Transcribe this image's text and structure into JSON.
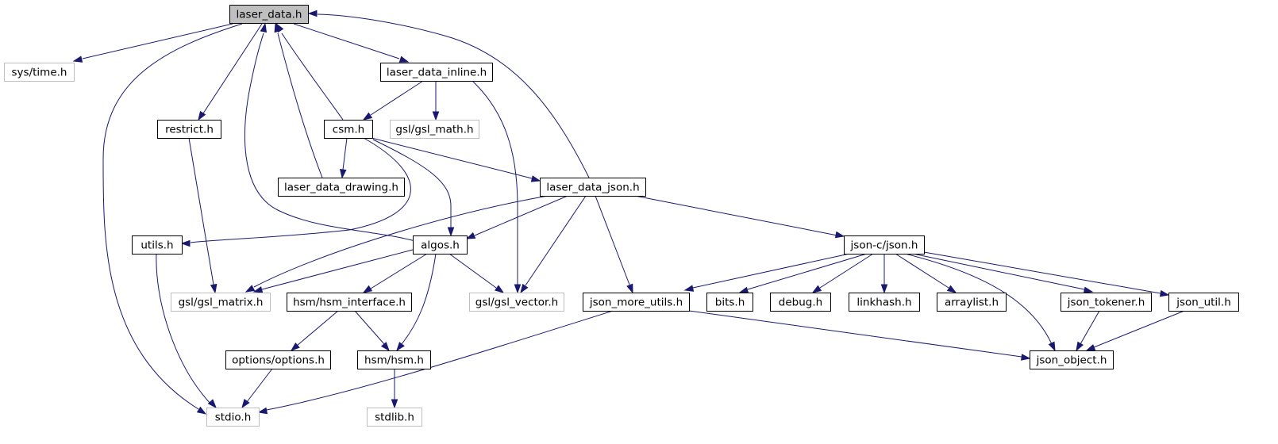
{
  "graph": {
    "colors": {
      "edge": "#191970",
      "node_border_internal": "#000000",
      "node_border_external": "#bfbfbf",
      "node_fill_root": "#bfbfbf",
      "node_fill": "#ffffff",
      "text": "#000000"
    },
    "nodes": [
      {
        "id": "laser_data",
        "label": "laser_data.h",
        "kind": "root"
      },
      {
        "id": "sys_time",
        "label": "sys/time.h",
        "kind": "external"
      },
      {
        "id": "laser_data_inline",
        "label": "laser_data_inline.h",
        "kind": "internal"
      },
      {
        "id": "restrict",
        "label": "restrict.h",
        "kind": "internal"
      },
      {
        "id": "csm",
        "label": "csm.h",
        "kind": "internal"
      },
      {
        "id": "gsl_math",
        "label": "gsl/gsl_math.h",
        "kind": "external"
      },
      {
        "id": "laser_data_drawing",
        "label": "laser_data_drawing.h",
        "kind": "internal"
      },
      {
        "id": "laser_data_json",
        "label": "laser_data_json.h",
        "kind": "internal"
      },
      {
        "id": "utils",
        "label": "utils.h",
        "kind": "internal"
      },
      {
        "id": "algos",
        "label": "algos.h",
        "kind": "internal"
      },
      {
        "id": "json_c_json",
        "label": "json-c/json.h",
        "kind": "internal"
      },
      {
        "id": "gsl_matrix",
        "label": "gsl/gsl_matrix.h",
        "kind": "external"
      },
      {
        "id": "hsm_interface",
        "label": "hsm/hsm_interface.h",
        "kind": "internal"
      },
      {
        "id": "gsl_vector",
        "label": "gsl/gsl_vector.h",
        "kind": "external"
      },
      {
        "id": "json_more_utils",
        "label": "json_more_utils.h",
        "kind": "internal"
      },
      {
        "id": "bits",
        "label": "bits.h",
        "kind": "internal"
      },
      {
        "id": "debug",
        "label": "debug.h",
        "kind": "internal"
      },
      {
        "id": "linkhash",
        "label": "linkhash.h",
        "kind": "internal"
      },
      {
        "id": "arraylist",
        "label": "arraylist.h",
        "kind": "internal"
      },
      {
        "id": "json_tokener",
        "label": "json_tokener.h",
        "kind": "internal"
      },
      {
        "id": "json_util",
        "label": "json_util.h",
        "kind": "internal"
      },
      {
        "id": "options",
        "label": "options/options.h",
        "kind": "internal"
      },
      {
        "id": "hsm",
        "label": "hsm/hsm.h",
        "kind": "internal"
      },
      {
        "id": "json_object",
        "label": "json_object.h",
        "kind": "internal"
      },
      {
        "id": "stdio",
        "label": "stdio.h",
        "kind": "external"
      },
      {
        "id": "stdlib",
        "label": "stdlib.h",
        "kind": "external"
      }
    ],
    "edges": [
      {
        "from": "laser_data",
        "to": "sys_time"
      },
      {
        "from": "laser_data",
        "to": "stdio"
      },
      {
        "from": "laser_data",
        "to": "restrict"
      },
      {
        "from": "laser_data",
        "to": "laser_data_inline"
      },
      {
        "from": "laser_data_inline",
        "to": "csm"
      },
      {
        "from": "laser_data_inline",
        "to": "gsl_math"
      },
      {
        "from": "laser_data_inline",
        "to": "gsl_vector"
      },
      {
        "from": "restrict",
        "to": "gsl_matrix"
      },
      {
        "from": "csm",
        "to": "laser_data"
      },
      {
        "from": "csm",
        "to": "laser_data_drawing"
      },
      {
        "from": "csm",
        "to": "laser_data_json"
      },
      {
        "from": "csm",
        "to": "algos"
      },
      {
        "from": "csm",
        "to": "utils"
      },
      {
        "from": "laser_data_drawing",
        "to": "laser_data"
      },
      {
        "from": "laser_data_json",
        "to": "laser_data"
      },
      {
        "from": "laser_data_json",
        "to": "algos"
      },
      {
        "from": "laser_data_json",
        "to": "gsl_matrix"
      },
      {
        "from": "laser_data_json",
        "to": "gsl_vector"
      },
      {
        "from": "laser_data_json",
        "to": "json_more_utils"
      },
      {
        "from": "laser_data_json",
        "to": "json_c_json"
      },
      {
        "from": "algos",
        "to": "laser_data"
      },
      {
        "from": "algos",
        "to": "gsl_matrix"
      },
      {
        "from": "algos",
        "to": "gsl_vector"
      },
      {
        "from": "algos",
        "to": "hsm_interface"
      },
      {
        "from": "algos",
        "to": "hsm"
      },
      {
        "from": "utils",
        "to": "stdio"
      },
      {
        "from": "hsm_interface",
        "to": "options"
      },
      {
        "from": "hsm_interface",
        "to": "hsm"
      },
      {
        "from": "options",
        "to": "stdio"
      },
      {
        "from": "hsm",
        "to": "stdlib"
      },
      {
        "from": "json_c_json",
        "to": "json_more_utils"
      },
      {
        "from": "json_c_json",
        "to": "bits"
      },
      {
        "from": "json_c_json",
        "to": "debug"
      },
      {
        "from": "json_c_json",
        "to": "linkhash"
      },
      {
        "from": "json_c_json",
        "to": "arraylist"
      },
      {
        "from": "json_c_json",
        "to": "json_tokener"
      },
      {
        "from": "json_c_json",
        "to": "json_util"
      },
      {
        "from": "json_c_json",
        "to": "json_object"
      },
      {
        "from": "json_more_utils",
        "to": "json_object"
      },
      {
        "from": "json_more_utils",
        "to": "stdio"
      },
      {
        "from": "json_tokener",
        "to": "json_object"
      },
      {
        "from": "json_util",
        "to": "json_object"
      }
    ]
  }
}
